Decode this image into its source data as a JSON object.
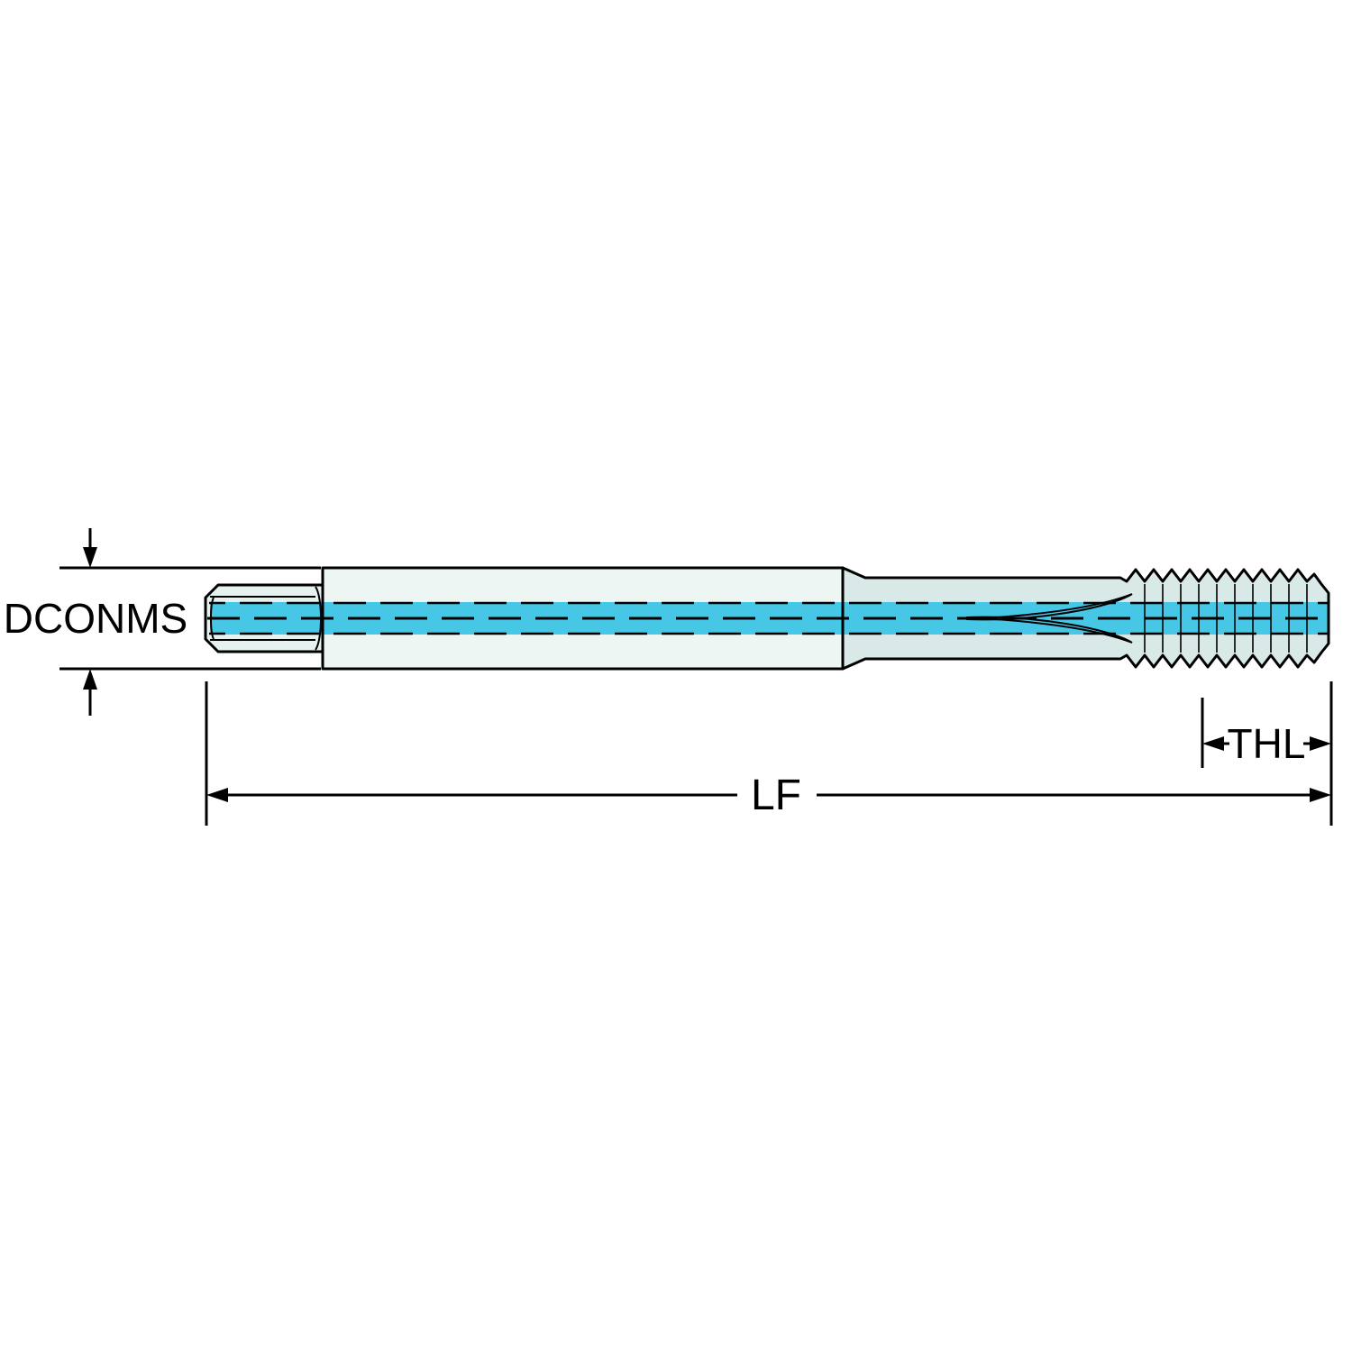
{
  "diagram": {
    "type": "technical-drawing",
    "subject_labels": {
      "shank_diameter": "DCONMS",
      "functional_length": "LF",
      "thread_length": "THL"
    },
    "colors": {
      "background": "#ffffff",
      "outline": "#000000",
      "body_fill": "#eef6f4",
      "neck_fill": "#d9e9e7",
      "square_fill": "#e6f2ef",
      "highlight_stripe": "#47c7e6"
    }
  }
}
